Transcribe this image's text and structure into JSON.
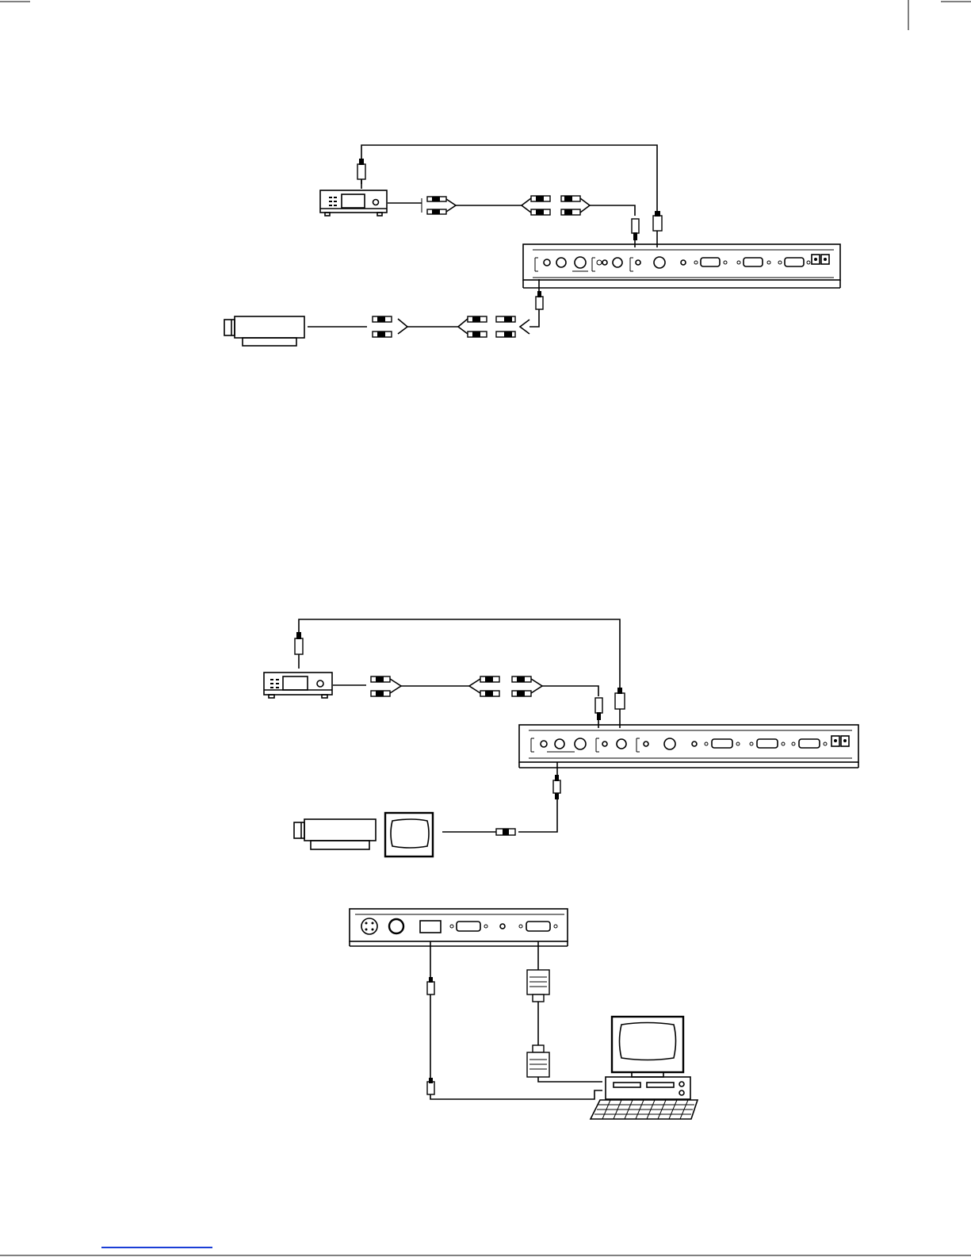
{
  "page": {
    "footer_link": ""
  },
  "diagrams": [
    {
      "id": "figure-1",
      "devices": [
        "vcr-source",
        "switcher-rear-panel",
        "projector"
      ],
      "cables": [
        "rca-stereo-audio-pair",
        "s-video-cable",
        "composite-video-cable"
      ]
    },
    {
      "id": "figure-2",
      "devices": [
        "vcr-source",
        "switcher-rear-panel",
        "projector",
        "monitor"
      ],
      "cables": [
        "rca-stereo-audio-pair",
        "s-video-cable",
        "composite-video-cable"
      ]
    },
    {
      "id": "figure-3",
      "devices": [
        "switcher-rear-panel",
        "desktop-computer",
        "keyboard"
      ],
      "cables": [
        "serial-control-cable",
        "vga-cable"
      ]
    }
  ],
  "colors": {
    "line": "#000000",
    "background": "#ffffff",
    "footer_link": "#1b3ed6"
  }
}
